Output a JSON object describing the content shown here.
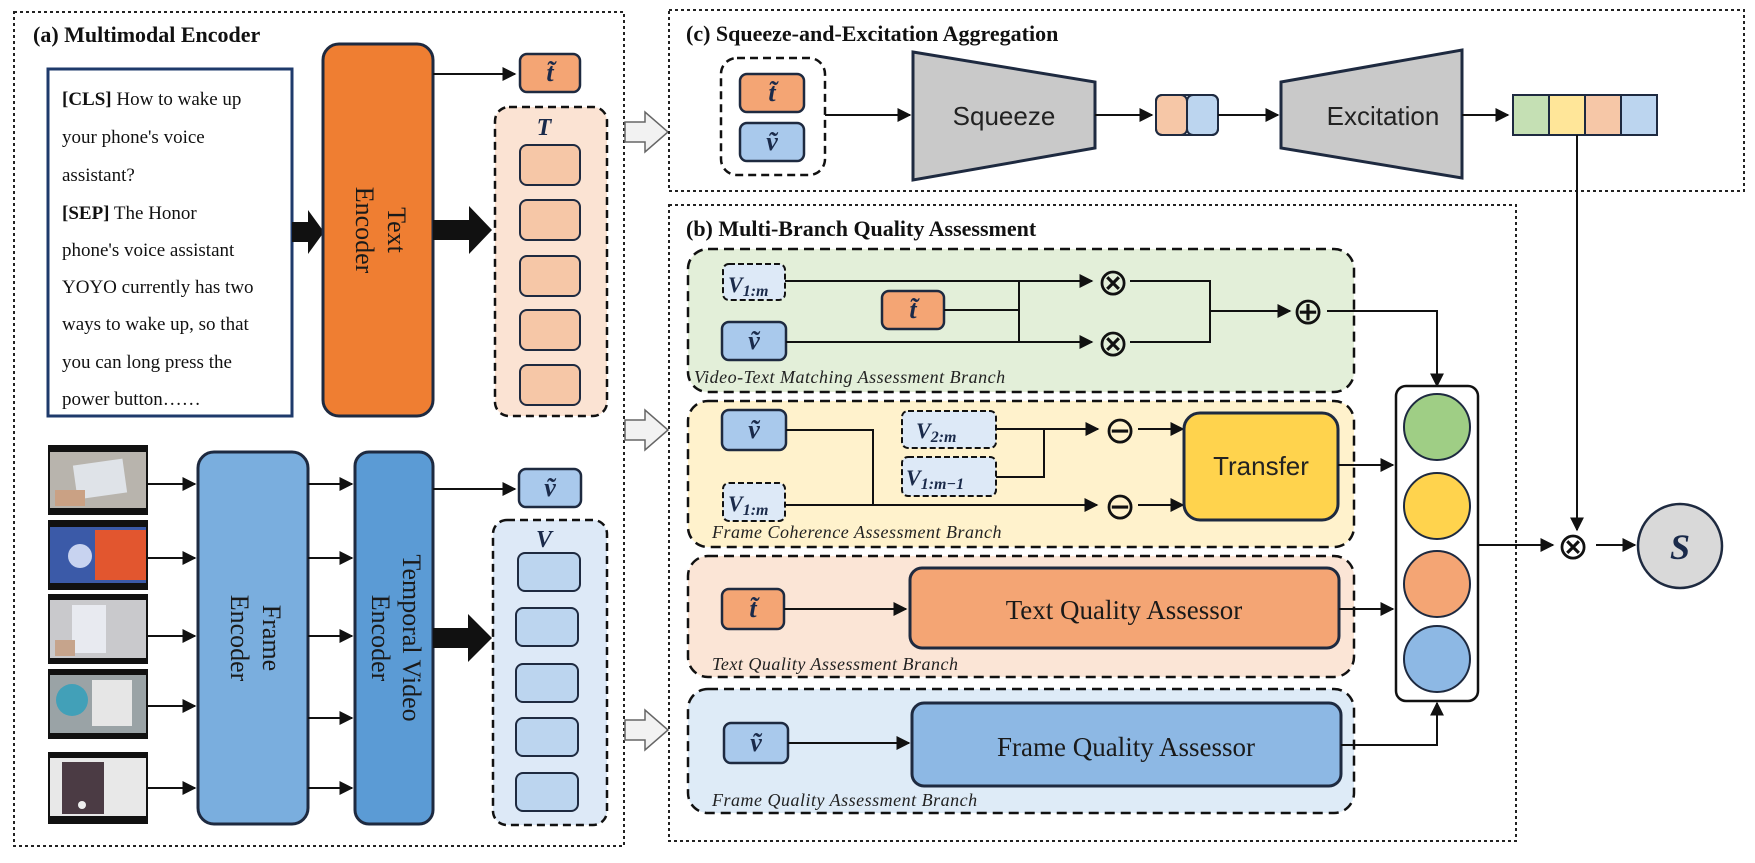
{
  "panels": {
    "a_title": "(a) Multimodal Encoder",
    "b_title": "(b) Multi-Branch Quality Assessment",
    "c_title": "(c) Squeeze-and-Excitation Aggregation"
  },
  "text_input": {
    "lines": [
      {
        "bold": "[CLS]",
        "rest": " How to wake up"
      },
      {
        "bold": "",
        "rest": "your phone's voice"
      },
      {
        "bold": "",
        "rest": "assistant?"
      },
      {
        "bold": "[SEP]",
        "rest": " The Honor"
      },
      {
        "bold": "",
        "rest": "phone's voice assistant"
      },
      {
        "bold": "",
        "rest": "YOYO currently has two"
      },
      {
        "bold": "",
        "rest": "ways to wake up, so that"
      },
      {
        "bold": "",
        "rest": "you can long press the"
      },
      {
        "bold": "",
        "rest": "power button……"
      }
    ]
  },
  "encoders": {
    "text_encoder": [
      "Text",
      "Encoder"
    ],
    "frame_encoder": [
      "Frame",
      "Encoder"
    ],
    "temporal_encoder": [
      "Temporal Video",
      "Encoder"
    ]
  },
  "tokens": {
    "t_tilde": "t̃",
    "v_tilde": "ṽ",
    "T": "T",
    "V": "V",
    "V_1m": "V",
    "V_1m_sub": "1:m",
    "V_2m": "V",
    "V_2m_sub": "2:m",
    "V_1m1": "V",
    "V_1m1_sub": "1:m−1",
    "S": "S"
  },
  "squeeze": {
    "squeeze_label": "Squeeze",
    "excitation_label": "Excitation"
  },
  "branches": {
    "vtm_label": "Video-Text Matching Assessment Branch",
    "fc_label": "Frame Coherence Assessment Branch",
    "tq_label": "Text Quality Assessment Branch",
    "fq_label": "Frame Quality Assessment Branch",
    "transfer": "Transfer",
    "text_assessor": "Text Quality Assessor",
    "frame_assessor": "Frame Quality Assessor"
  },
  "operators": {
    "mult": "⊗",
    "add": "⊕",
    "sub": "⊖"
  },
  "colors": {
    "orange_dark": "#ef7e32",
    "orange_light": "#f6c7a7",
    "blue_dark": "#5b9bd5",
    "blue_light": "#a9c9ec",
    "green_bg": "#e3efd9",
    "yellow_bg": "#fff2cc",
    "peach_bg": "#fbe5d6",
    "blue_bg": "#deebf7",
    "transfer": "#ffd34d",
    "gray": "#c9c9c9"
  }
}
